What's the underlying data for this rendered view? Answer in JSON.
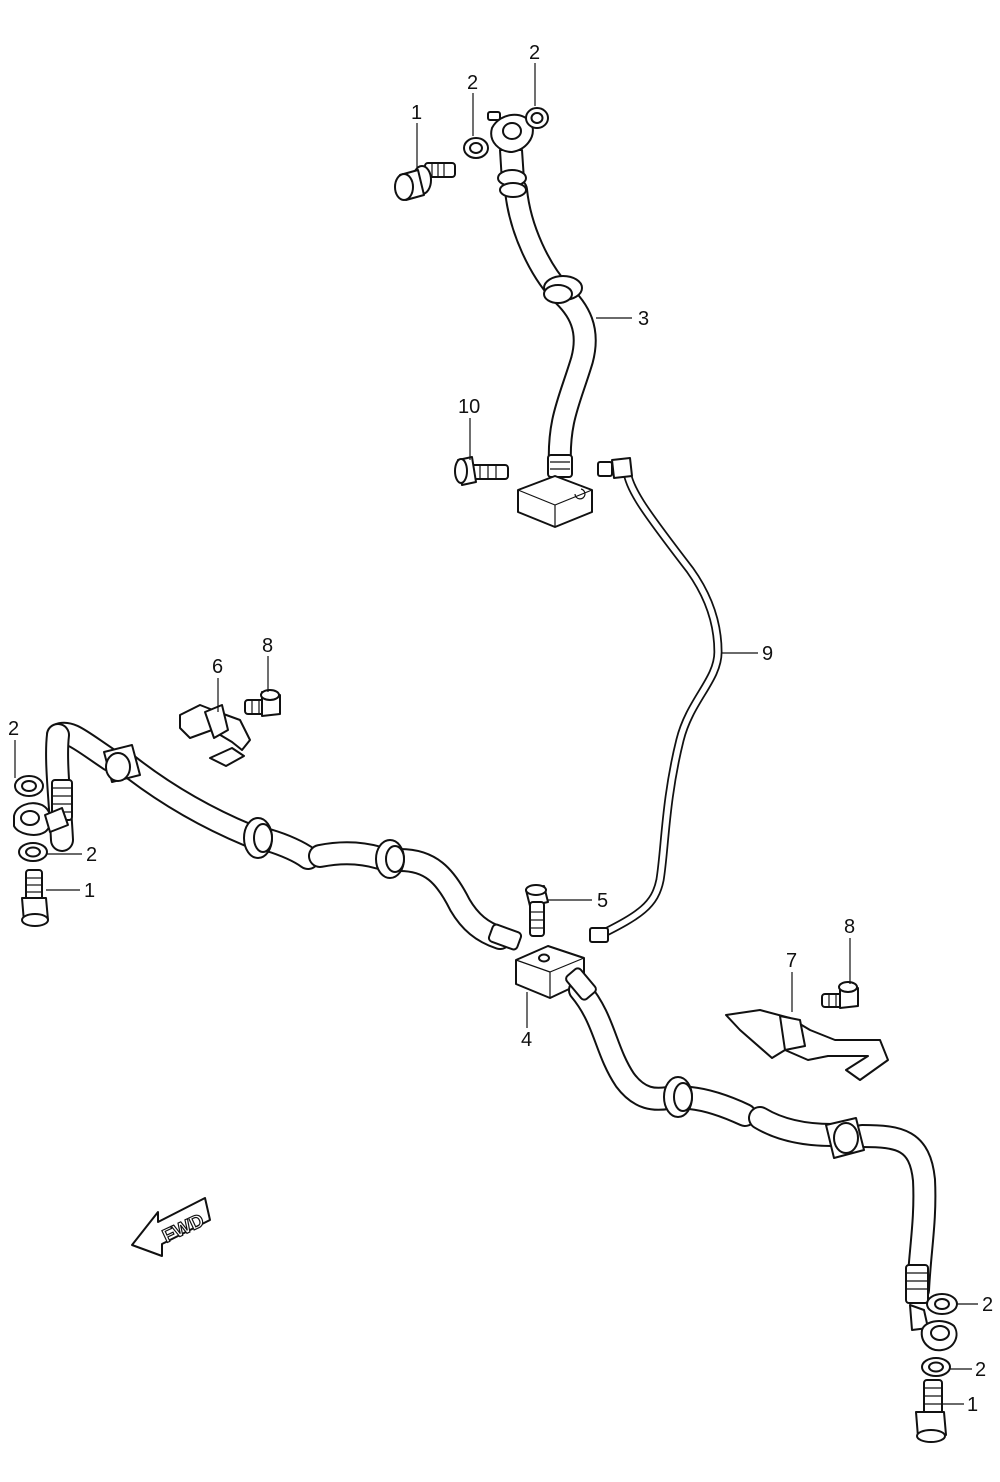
{
  "diagram": {
    "direction_label": "FWD",
    "callouts": {
      "c_bolt_top": "1",
      "c_washer_top_a": "2",
      "c_washer_top_b": "2",
      "c_hose_upper": "3",
      "c_bolt_upper_joint": "10",
      "c_pipe": "9",
      "c_clamp_left": "6",
      "c_bolt_clamp_left": "8",
      "c_washer_left_a": "2",
      "c_washer_left_b": "2",
      "c_bolt_left": "1",
      "c_bolt_joint": "5",
      "c_joint": "4",
      "c_clamp_right": "7",
      "c_bolt_clamp_right": "8",
      "c_washer_right_a": "2",
      "c_washer_right_b": "2",
      "c_bolt_right": "1"
    }
  }
}
